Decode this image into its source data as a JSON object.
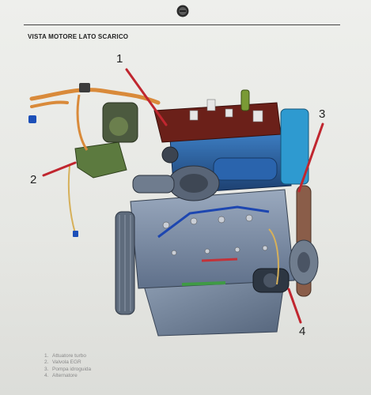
{
  "header": {
    "title": "VISTA MOTORE LATO SCARICO"
  },
  "callouts": [
    "1",
    "2",
    "3",
    "4"
  ],
  "legend": [
    {
      "num": "1.",
      "label": "Attuatore turbo"
    },
    {
      "num": "2.",
      "label": "Valvola EGR"
    },
    {
      "num": "3.",
      "label": "Pompa idroguida"
    },
    {
      "num": "4.",
      "label": "Alternatore"
    }
  ],
  "colors": {
    "pointer": "#c0262f",
    "engine_block": "#7f92ad",
    "cylinder_head": "#2c5f9a",
    "valve_cover": "#6b2019",
    "harness": "#d98a3a"
  },
  "icons": {
    "brand_logo": "fiat-roundel-icon"
  }
}
